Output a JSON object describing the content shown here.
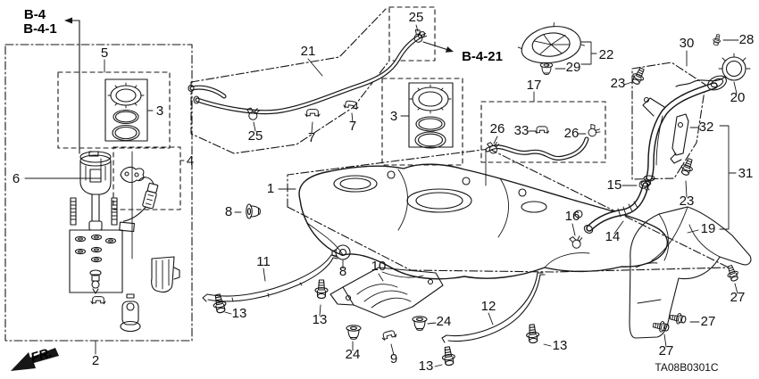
{
  "diagram": {
    "code": "TA08B0301C",
    "refs": {
      "b4": "B-4",
      "b41": "B-4-1",
      "b421": "B-4-21",
      "front": "FR."
    },
    "callouts": [
      "5",
      "3",
      "6",
      "4",
      "2",
      "21",
      "25",
      "25",
      "7",
      "7",
      "3",
      "22",
      "29",
      "17",
      "23",
      "30",
      "28",
      "20",
      "32",
      "31",
      "26",
      "33",
      "26",
      "15",
      "16",
      "14",
      "23",
      "19",
      "1",
      "8",
      "8",
      "11",
      "10",
      "13",
      "13",
      "24",
      "9",
      "24",
      "12",
      "13",
      "13",
      "27",
      "27",
      "27"
    ]
  }
}
